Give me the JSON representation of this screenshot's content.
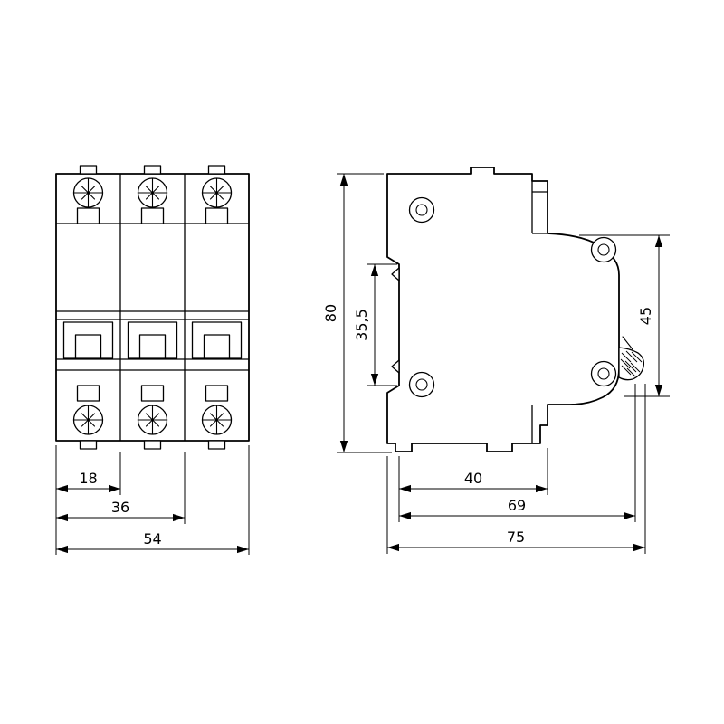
{
  "colors": {
    "line": "#000000",
    "background": "#ffffff"
  },
  "drawing": {
    "front_view": {
      "dimensions": {
        "pole_width": "18",
        "two_pole_width": "36",
        "overall_width": "54"
      }
    },
    "side_view": {
      "dimensions": {
        "overall_height": "80",
        "rail_slot_height": "35,5",
        "front_section_height": "45",
        "depth_to_step": "40",
        "depth_with_latch": "69",
        "overall_depth": "75"
      }
    }
  }
}
